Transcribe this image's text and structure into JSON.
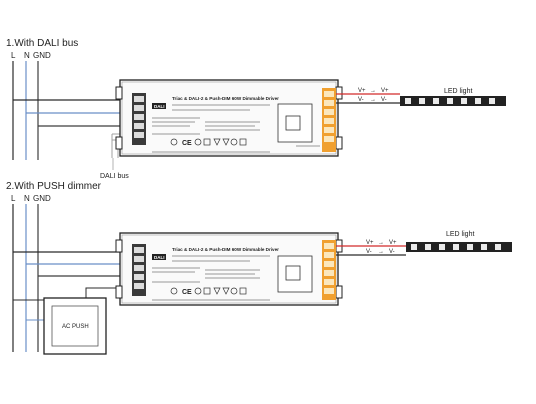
{
  "sections": [
    {
      "title": "1.With DALI bus",
      "wires": [
        "L",
        "N",
        "GND"
      ],
      "driver": {
        "heading": "Triac & DALI-2 & Push-DIM 60W Dimmable Driver",
        "badge": "DALI"
      },
      "bus_label": "DALI bus",
      "outputs": [
        {
          "from": "V+",
          "to": "V+"
        },
        {
          "from": "V-",
          "to": "V-"
        }
      ],
      "load_label": "LED light"
    },
    {
      "title": "2.With PUSH dimmer",
      "wires": [
        "L",
        "N",
        "GND"
      ],
      "driver": {
        "heading": "Triac & DALI-2 & Push-DIM 60W Dimmable Driver",
        "badge": "DALI"
      },
      "outputs": [
        {
          "from": "V+",
          "to": "V+"
        },
        {
          "from": "V-",
          "to": "V-"
        }
      ],
      "load_label": "LED light",
      "push_label": "AC PUSH"
    }
  ],
  "colors": {
    "wire_L": "#2b2b2b",
    "wire_N": "#6a8fc7",
    "wire_GND": "#3d3d3d",
    "wire_DALI": "#a0a0a0",
    "wire_positive": "#d22a2a",
    "terminal_in": "#3a3a3a",
    "terminal_out": "#f0a030",
    "led_strip": "#222222"
  }
}
